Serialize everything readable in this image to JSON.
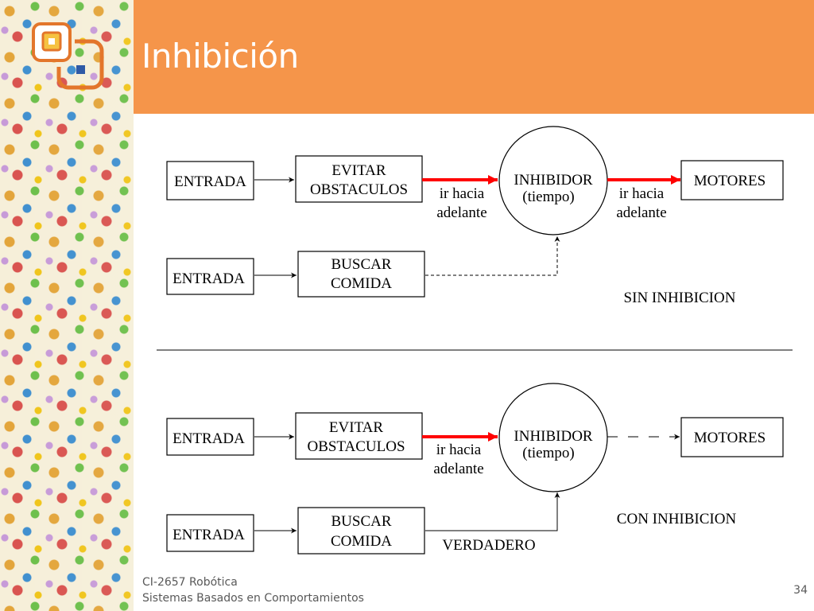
{
  "slide": {
    "title": "Inhibición",
    "footer": {
      "line1": "CI-2657 Robótica",
      "line2": "Sistemas Basados en Comportamientos"
    },
    "page_number": "34"
  },
  "colors": {
    "header": "#f5954a",
    "arrow_active": "#ff0000",
    "ink": "#000000"
  },
  "diagram_top": {
    "entrada_1": "ENTRADA",
    "evitar_line1": "EVITAR",
    "evitar_line2": "OBSTACULOS",
    "edge_label_1_line1": "ir hacia",
    "edge_label_1_line2": "adelante",
    "inhibidor_line1": "INHIBIDOR",
    "inhibidor_line2": "(tiempo)",
    "edge_label_2_line1": "ir hacia",
    "edge_label_2_line2": "adelante",
    "motores": "MOTORES",
    "entrada_2": "ENTRADA",
    "buscar_line1": "BUSCAR",
    "buscar_line2": "COMIDA",
    "caption": "SIN INHIBICION"
  },
  "diagram_bottom": {
    "entrada_1": "ENTRADA",
    "evitar_line1": "EVITAR",
    "evitar_line2": "OBSTACULOS",
    "edge_label_1_line1": "ir hacia",
    "edge_label_1_line2": "adelante",
    "inhibidor_line1": "INHIBIDOR",
    "inhibidor_line2": "(tiempo)",
    "motores": "MOTORES",
    "entrada_2": "ENTRADA",
    "buscar_line1": "BUSCAR",
    "buscar_line2": "COMIDA",
    "edge_label_verdadero": "VERDADERO",
    "caption": "CON INHIBICION"
  }
}
